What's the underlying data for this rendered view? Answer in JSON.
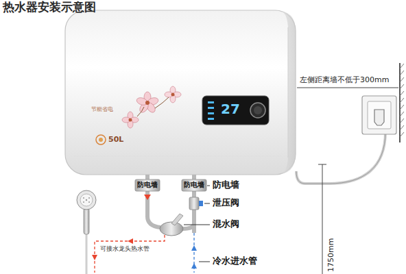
{
  "diagram": {
    "title": "热水器安装示意图",
    "labels": [
      "左侧距离墙不低于300mm",
      "节能省电",
      "27",
      "50L",
      "防电墙",
      "防电墙",
      "防电墙",
      "泄压阀",
      "混水阀",
      "可接水龙头热水管",
      "冷水进水管",
      "1750mm"
    ]
  }
}
